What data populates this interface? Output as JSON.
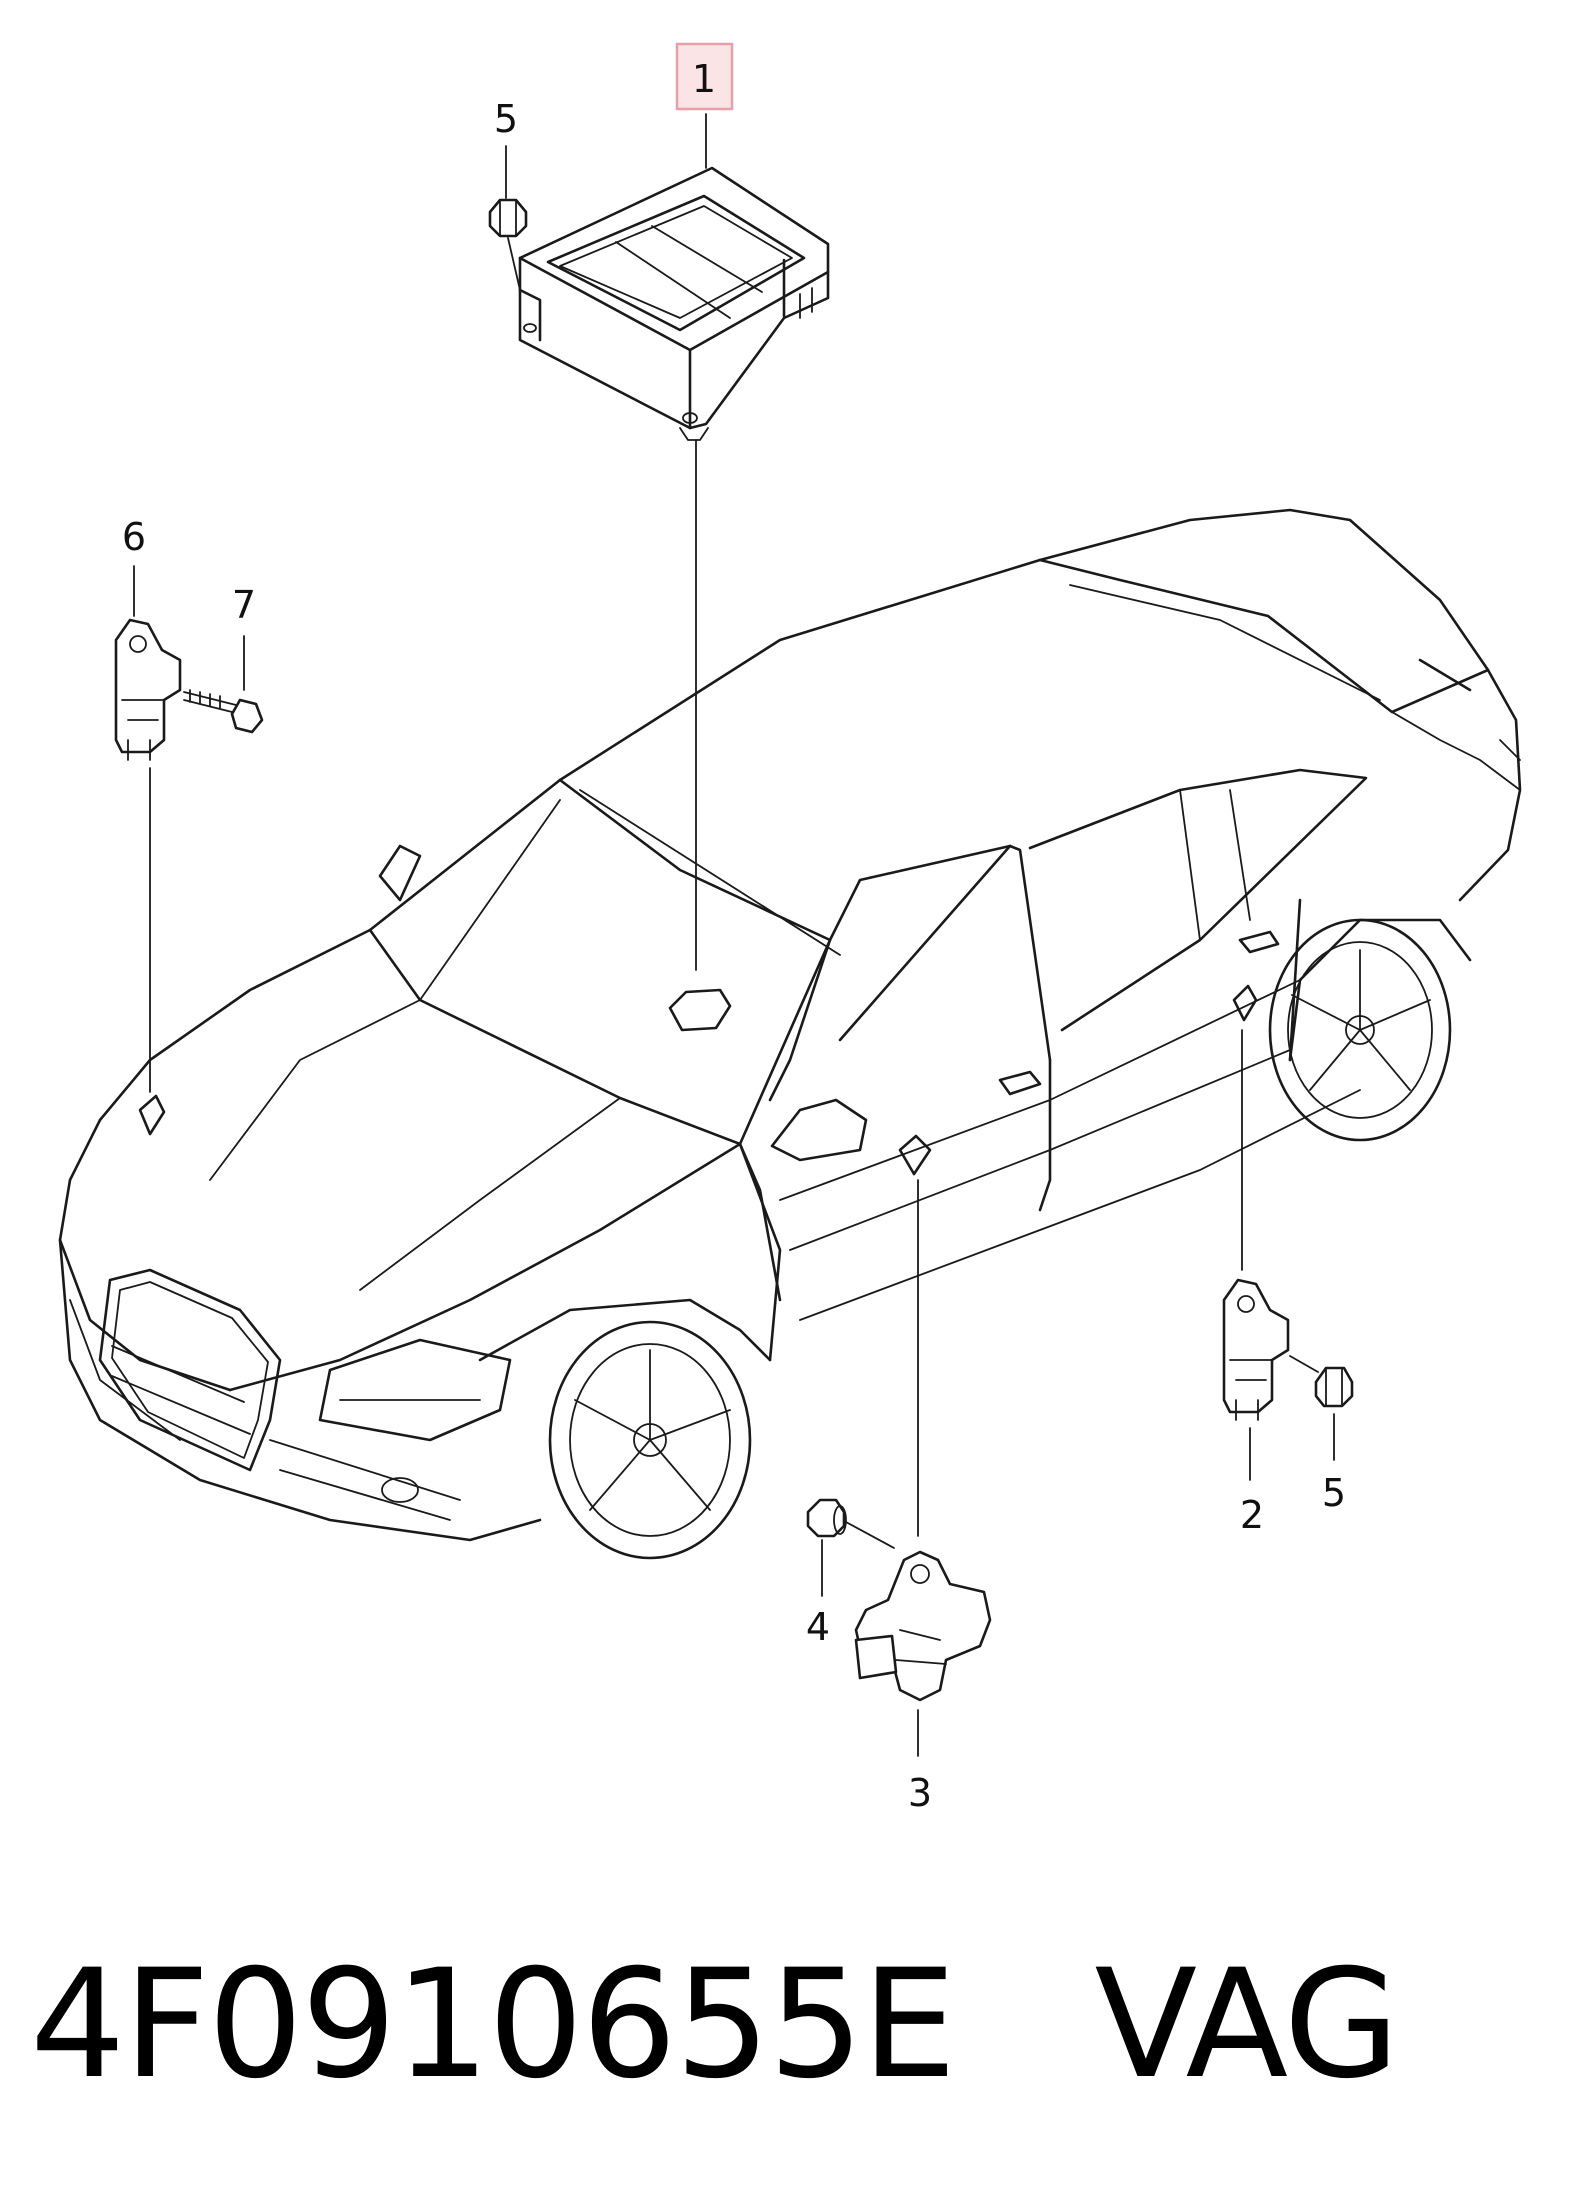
{
  "callouts": {
    "c1": "1",
    "c2": "2",
    "c3": "3",
    "c4": "4",
    "c5_top": "5",
    "c5_right": "5",
    "c6": "6",
    "c7": "7"
  },
  "caption": {
    "part_number": "4F0910655E",
    "brand": "VAG"
  },
  "colors": {
    "highlight_box": "#e8a0a8",
    "highlight_fill": "#fbe4e6",
    "line": "#1a1a1a"
  }
}
